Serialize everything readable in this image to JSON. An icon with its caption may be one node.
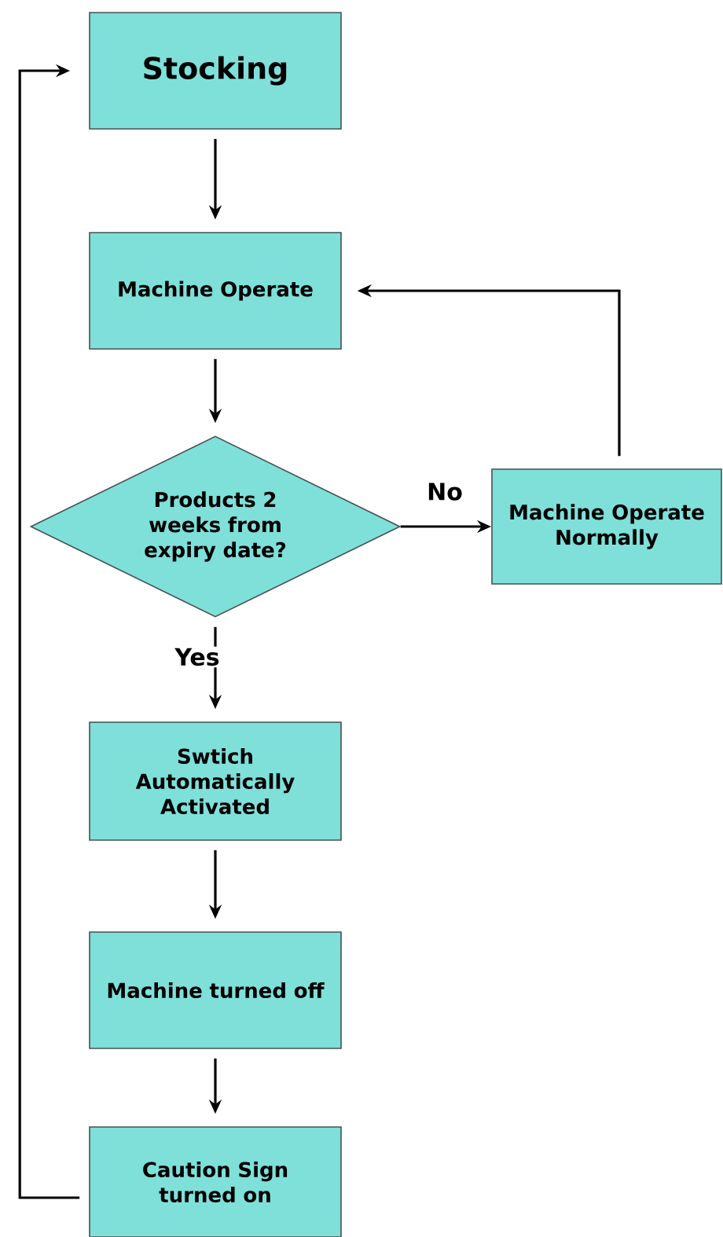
{
  "diagram": {
    "nodes": [
      {
        "text": [
          "Stocking"
        ]
      },
      {
        "text": [
          "Machine Operate"
        ]
      },
      {
        "text": [
          "Products 2 weeks from expiry date?"
        ]
      },
      {
        "text": [
          "Machine Operate Normally"
        ]
      },
      {
        "text": [
          "Swtich Automatically Activated"
        ]
      },
      {
        "text": [
          "Machine turned off"
        ]
      },
      {
        "text": [
          "Caution Sign turned on"
        ]
      }
    ],
    "edges": [
      {
        "from": 0,
        "to": 1,
        "arrow": "to"
      },
      {
        "from": 1,
        "to": 2,
        "arrow": "to"
      },
      {
        "from": 2,
        "to": 3,
        "arrow": "to",
        "label": "No"
      },
      {
        "from": 3,
        "to": 1,
        "arrow": "to"
      },
      {
        "from": 2,
        "to": 4,
        "arrow": "to",
        "label": "Yes"
      },
      {
        "from": 4,
        "to": 5,
        "arrow": "to"
      },
      {
        "from": 5,
        "to": 6,
        "arrow": "to"
      },
      {
        "from": 6,
        "to": 0,
        "arrow": "to"
      }
    ]
  }
}
